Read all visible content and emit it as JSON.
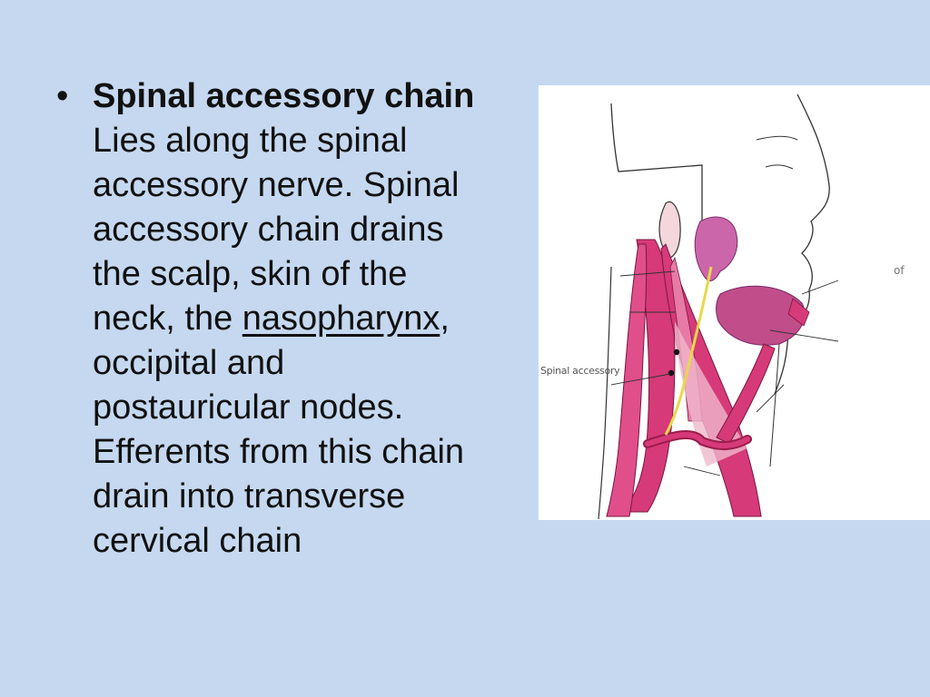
{
  "bullet": {
    "marker": "•",
    "heading": "Spinal accessory chain",
    "lines": [
      "Lies along the spinal",
      "accessory nerve. Spinal",
      "accessory chain drains",
      "the scalp, skin of the"
    ],
    "line5_before": "neck, the ",
    "line5_link": "nasopharynx",
    "line5_after": ",",
    "lines_after": [
      "occipital and",
      "postauricular nodes.",
      "Efferents from this chain",
      "drain into transverse",
      "cervical chain"
    ]
  },
  "figure": {
    "label": "Spinal accessory",
    "edge_mark": "of",
    "colors": {
      "muscle": "#d63a78",
      "muscle_light": "#e87aa6",
      "gland": "#cc66aa",
      "nerve": "#e8d84a",
      "line": "#333333"
    }
  }
}
